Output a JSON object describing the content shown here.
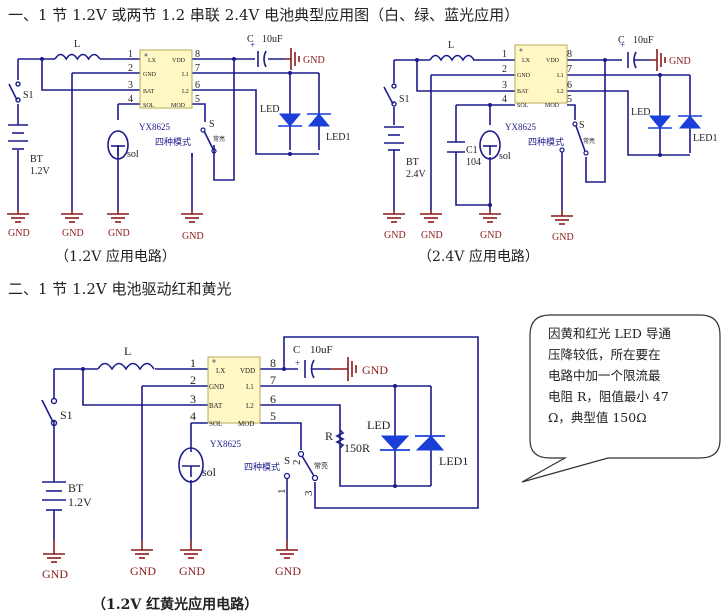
{
  "headings": {
    "section1": "一、1 节 1.2V 或两节 1.2 串联 2.4V 电池典型应用图（白、绿、蓝光应用）",
    "section2": "二、1 节 1.2V 电池驱动红和黄光"
  },
  "captions": {
    "circuit1": "（1.2V 应用电路）",
    "circuit2": "（2.4V 应用电路）",
    "circuit3": "（1.2V 红黄光应用电路）"
  },
  "ic": {
    "name": "YX8625",
    "pins_left": [
      {
        "num": "1",
        "name": "LX"
      },
      {
        "num": "2",
        "name": "GND"
      },
      {
        "num": "3",
        "name": "BAT"
      },
      {
        "num": "4",
        "name": "SOL"
      }
    ],
    "pins_right": [
      {
        "num": "8",
        "name": "VDD"
      },
      {
        "num": "7",
        "name": "L1"
      },
      {
        "num": "6",
        "name": "L2"
      },
      {
        "num": "5",
        "name": "MOD"
      }
    ]
  },
  "labels": {
    "inductor": "L",
    "switch_s1": "S1",
    "battery": "BT",
    "battery_v1": "1.2V",
    "battery_v2": "2.4V",
    "cap": "C",
    "cap_value": "10uF",
    "gnd": "GND",
    "led": "LED",
    "led1": "LED1",
    "sol": "sol",
    "switch_s": "S",
    "mode": "四种模式",
    "always_on": "常亮",
    "sw_pin1": "1",
    "sw_pin2": "2",
    "sw_pin3": "3",
    "c1": "C1",
    "c1_value": "104",
    "resistor": "R",
    "resistor_value": "150R"
  },
  "callout": {
    "lines": [
      "因黄和红光 LED 导通",
      "压降较低，所在要在",
      "电路中加一个限流最",
      "电阻 R，阻值最小 47",
      "Ω，典型值 150Ω"
    ]
  },
  "colors": {
    "wire": "#1c1c8c",
    "ground": "#8b1a1a",
    "led": "#1a3fd9",
    "chip_fill": "#fff7c4"
  }
}
